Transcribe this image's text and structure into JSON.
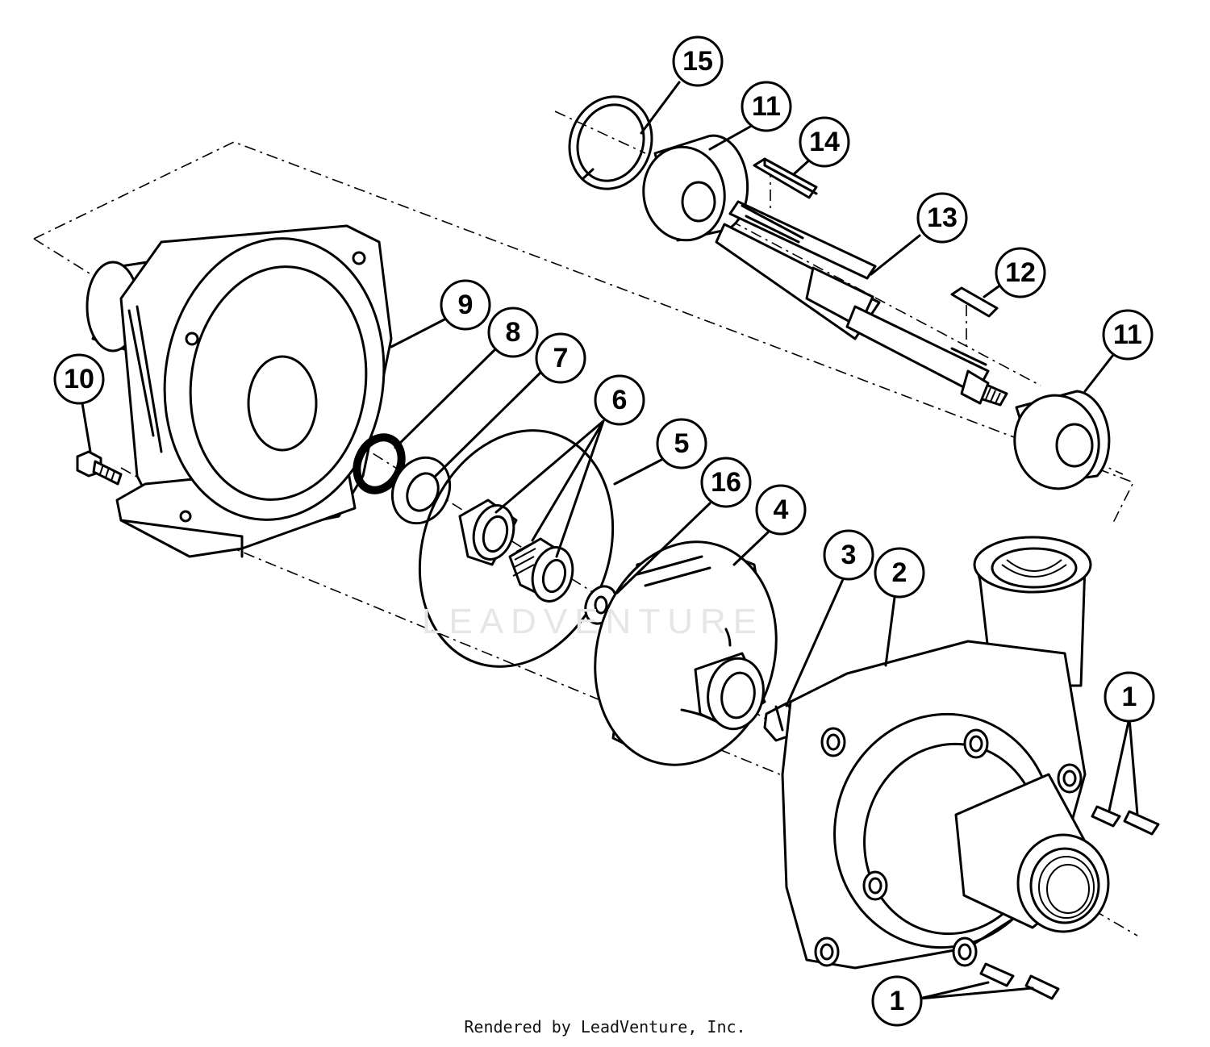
{
  "watermark": "LEADVENTURE",
  "footer": "Rendered by LeadVenture, Inc.",
  "callouts": [
    {
      "id": "c15",
      "label": "15"
    },
    {
      "id": "c11a",
      "label": "11"
    },
    {
      "id": "c14",
      "label": "14"
    },
    {
      "id": "c13",
      "label": "13"
    },
    {
      "id": "c12",
      "label": "12"
    },
    {
      "id": "c11b",
      "label": "11"
    },
    {
      "id": "c9",
      "label": "9"
    },
    {
      "id": "c8",
      "label": "8"
    },
    {
      "id": "c7",
      "label": "7"
    },
    {
      "id": "c10",
      "label": "10"
    },
    {
      "id": "c6",
      "label": "6"
    },
    {
      "id": "c5",
      "label": "5"
    },
    {
      "id": "c16",
      "label": "16"
    },
    {
      "id": "c4",
      "label": "4"
    },
    {
      "id": "c3",
      "label": "3"
    },
    {
      "id": "c2",
      "label": "2"
    },
    {
      "id": "c1a",
      "label": "1"
    },
    {
      "id": "c1b",
      "label": "1"
    }
  ]
}
